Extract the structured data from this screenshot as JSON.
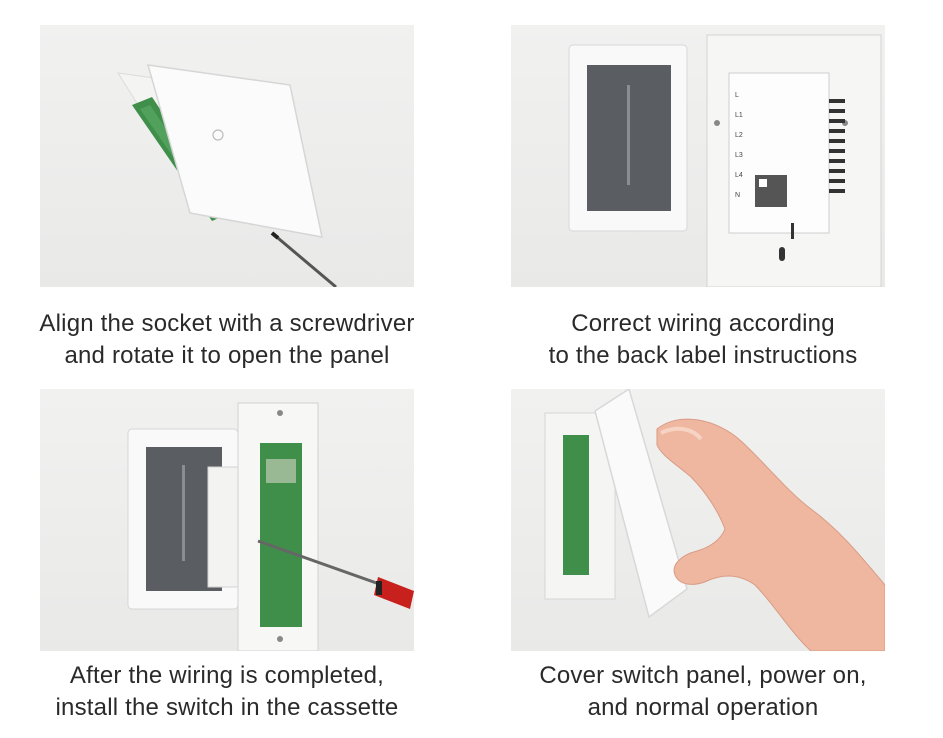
{
  "steps": [
    {
      "line1": "Align the socket with a screwdriver",
      "line2": "and rotate it to open the panel"
    },
    {
      "line1": "Correct wiring according",
      "line2": "to the back label instructions"
    },
    {
      "line1": "After the wiring is completed,",
      "line2": "install the switch in the cassette"
    },
    {
      "line1": "Cover switch panel, power on,",
      "line2": "and normal operation"
    }
  ],
  "terminal_labels": [
    "L",
    "L1",
    "L2",
    "L3",
    "L4",
    "N"
  ],
  "colors": {
    "background": "#ffffff",
    "photo_background": "#eeeeed",
    "panel_white": "#f7f7f7",
    "glass_dark": "#5a5d61",
    "pcb_green": "#3f8f4a",
    "screwdriver_red": "#c8201c",
    "caption_text": "#2a2a2a"
  }
}
